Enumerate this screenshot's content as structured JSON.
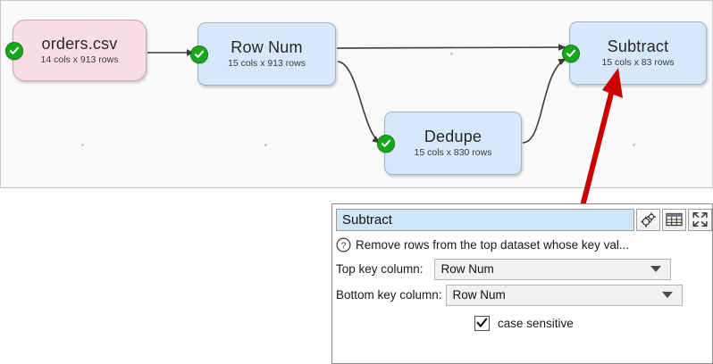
{
  "canvas": {
    "nodes": [
      {
        "id": "orders-csv",
        "title": "orders.csv",
        "subtitle": "14 cols x 913 rows",
        "kind": "input",
        "color": "#fbdde6",
        "status": "ok"
      },
      {
        "id": "row-num",
        "title": "Row Num",
        "subtitle": "15 cols x 913 rows",
        "kind": "transform",
        "color": "#d6e8fa",
        "status": "ok"
      },
      {
        "id": "dedupe",
        "title": "Dedupe",
        "subtitle": "15 cols x 830 rows",
        "kind": "transform",
        "color": "#d6e8fa",
        "status": "ok"
      },
      {
        "id": "subtract",
        "title": "Subtract",
        "subtitle": "15 cols x 83 rows",
        "kind": "transform",
        "color": "#d6e8fa",
        "status": "ok"
      }
    ],
    "connections": [
      {
        "from": "orders-csv",
        "to": "row-num"
      },
      {
        "from": "row-num",
        "to": "subtract"
      },
      {
        "from": "row-num",
        "to": "dedupe"
      },
      {
        "from": "dedupe",
        "to": "subtract"
      }
    ],
    "annotation": {
      "type": "arrow",
      "color": "#cc0000",
      "points_to": "subtract",
      "from": "panel-title-field"
    },
    "background_color": "#fafafa"
  },
  "panel": {
    "title_value": "Subtract",
    "title_selected": true,
    "toolbar": [
      {
        "name": "gears-icon",
        "label": "Settings"
      },
      {
        "name": "table-icon",
        "label": "View data table"
      },
      {
        "name": "expand-icon",
        "label": "Expand"
      }
    ],
    "help": {
      "icon": "question-icon",
      "text": "Remove rows from the top dataset whose key val..."
    },
    "fields": [
      {
        "label": "Top key column:",
        "value": "Row Num",
        "control": "dropdown"
      },
      {
        "label": "Bottom key column:",
        "value": "Row Num",
        "control": "dropdown"
      }
    ],
    "checkbox": {
      "label": "case sensitive",
      "checked": true
    }
  },
  "colors": {
    "accent_red": "#cc0000",
    "node_blue": "#d6e8fa",
    "node_pink": "#fbdde6",
    "status_green": "#16a81c",
    "selection_blue": "#cfe6f7"
  }
}
